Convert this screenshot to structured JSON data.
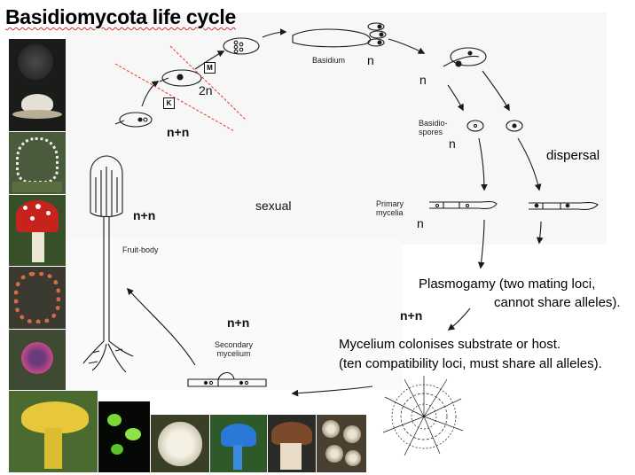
{
  "title": "Basidiomycota life cycle",
  "labels": {
    "basidium": "Basidium",
    "basidium_ploidy": "n",
    "n_right": "n",
    "basidiospores": "Basidio-\nspores",
    "spores_ploidy": "n",
    "dispersal": "dispersal",
    "primary_mycelia": "Primary\nmycelia",
    "primary_ploidy": "n",
    "sexual": "sexual",
    "fruit_body": "Fruit-body",
    "fruit_ploidy": "n+n",
    "upper_ploidy": "n+n",
    "diploid": "2n",
    "box_m": "M",
    "box_k": "K",
    "secondary_mycelium": "Secondary\nmycelium",
    "secondary_ploidy": "n+n",
    "plasmogamy_ploidy": "n+n",
    "plasmogamy_line1": "Plasmogamy (two mating loci,",
    "plasmogamy_line2": "cannot share alleles).",
    "colonise_line1": "Mycelium colonises substrate or host.",
    "colonise_line2": "(ten compatibility loci, must share all alleles)."
  },
  "colors": {
    "annotation_red": "#e03a2a",
    "line": "#1a1a1a",
    "background": "#ffffff"
  }
}
